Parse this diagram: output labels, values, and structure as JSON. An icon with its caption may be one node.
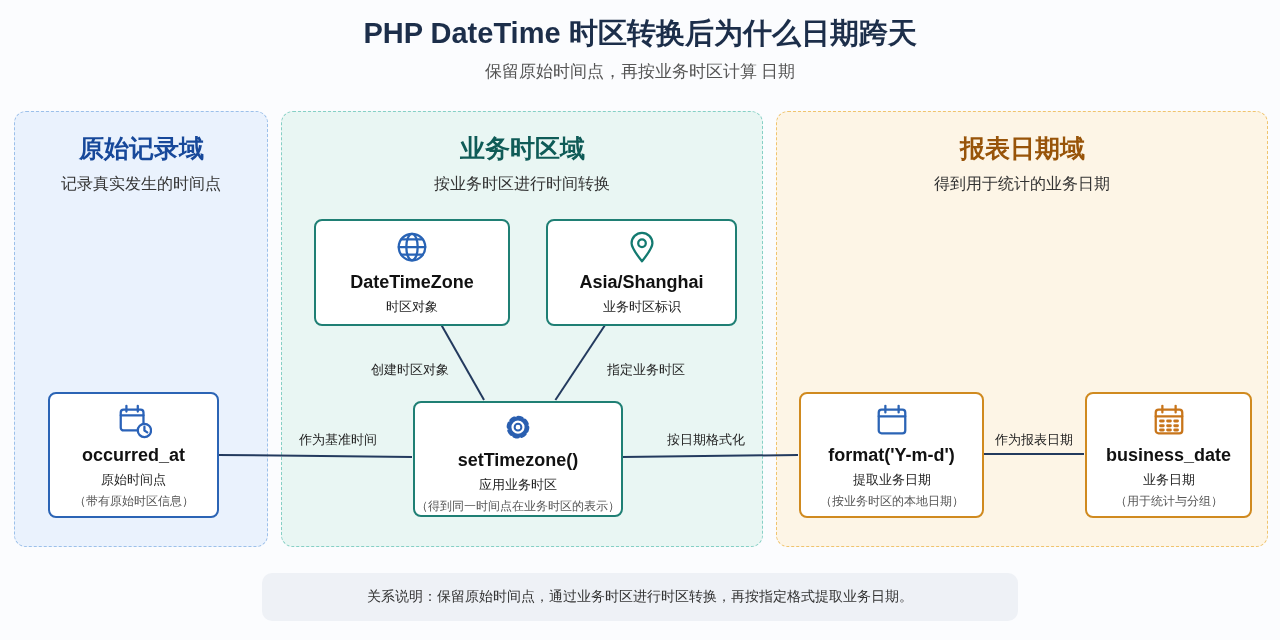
{
  "diagram": {
    "title": "PHP DateTime 时区转换后为什么日期跨天",
    "nodes": [
      {
        "text": [
          "原始记录域",
          "记录真实发生的时间点"
        ]
      },
      {
        "text": [
          "业务时区域",
          "按业务时区进行时间转换"
        ]
      },
      {
        "text": [
          "报表日期域",
          "得到用于统计的业务日期"
        ]
      },
      {
        "text": [
          "occurred_at",
          "原始时间点",
          "（带有原始时区信息）"
        ],
        "in": 0
      },
      {
        "text": [
          "DateTimeZone",
          "时区对象"
        ],
        "in": 1
      },
      {
        "text": [
          "Asia/Shanghai",
          "业务时区标识"
        ],
        "in": 1
      },
      {
        "text": [
          "setTimezone()",
          "应用业务时区",
          "（得到同一时间点在业务时区的表示）"
        ],
        "in": 1
      },
      {
        "text": [
          "format('Y-m-d')",
          "提取业务日期",
          "（按业务时区的本地日期）"
        ],
        "in": 2
      },
      {
        "text": [
          "business_date",
          "业务日期",
          "（用于统计与分组）"
        ],
        "in": 2
      },
      {
        "text": [
          "关系说明：保留原始时间点，通过业务时区进行时区转换，再按指定格式提取业务日期。"
        ]
      }
    ],
    "edges": [
      {
        "from": 3,
        "to": 6,
        "arrow": "none",
        "label": "作为基准时间"
      },
      {
        "from": 4,
        "to": 6,
        "arrow": "none",
        "label": "创建时区对象"
      },
      {
        "from": 5,
        "to": 6,
        "arrow": "none",
        "label": "指定业务时区"
      },
      {
        "from": 6,
        "to": 7,
        "arrow": "none",
        "label": "按日期格式化"
      },
      {
        "from": 7,
        "to": 8,
        "arrow": "none",
        "label": "作为报表日期"
      }
    ],
    "labels": [
      "保留原始时间点，再按业务时区计算 日期"
    ]
  }
}
